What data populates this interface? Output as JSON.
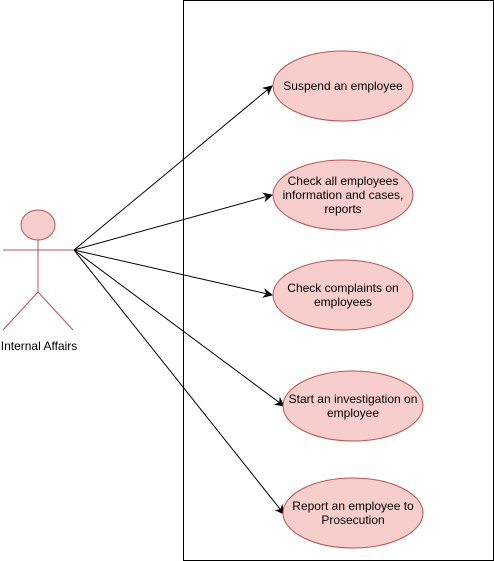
{
  "actor": {
    "name": "Internal Affairs"
  },
  "use_cases": [
    {
      "label": "Suspend an employee"
    },
    {
      "label": "Check all employees information and cases, reports"
    },
    {
      "label": "Check complaints on employees"
    },
    {
      "label": "Start an investigation on employee"
    },
    {
      "label": "Report an employee to Prosecution"
    }
  ],
  "colors": {
    "fill": "#f8cecc",
    "stroke": "#b85450",
    "line": "#000000",
    "boundary": "#000000"
  }
}
